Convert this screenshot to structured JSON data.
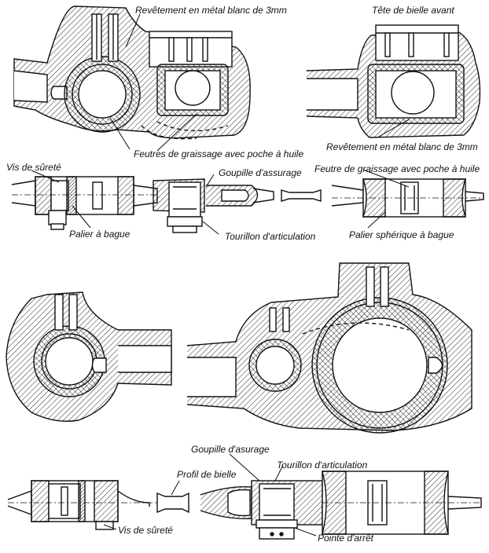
{
  "labels": {
    "revetement_top": "Revêtement en métal blanc de 3mm",
    "tete_bielle": "Tête de bielle avant",
    "revetement_mid": "Revêtement en métal blanc de 3mm",
    "feutres": "Feutres de graissage avec poche à huile",
    "vis_surete_top": "Vis de sûreté",
    "goupille_top": "Goupille d'assurage",
    "feutre_right": "Feutre de graissage avec poche à huile",
    "palier_bague": "Palier à bague",
    "tourillon_top": "Tourillon d'articulation",
    "palier_spherique": "Palier sphérique à bague",
    "goupille_bottom": "Goupille d'asurage",
    "tourillon_bottom": "Tourillon d'articulation",
    "profil_bielle": "Profil de bielle",
    "vis_surete_bottom": "Vis de sûreté",
    "pointe_arret": "Pointe d'arrêt"
  },
  "colors": {
    "ink": "#111111",
    "paper": "#ffffff"
  }
}
